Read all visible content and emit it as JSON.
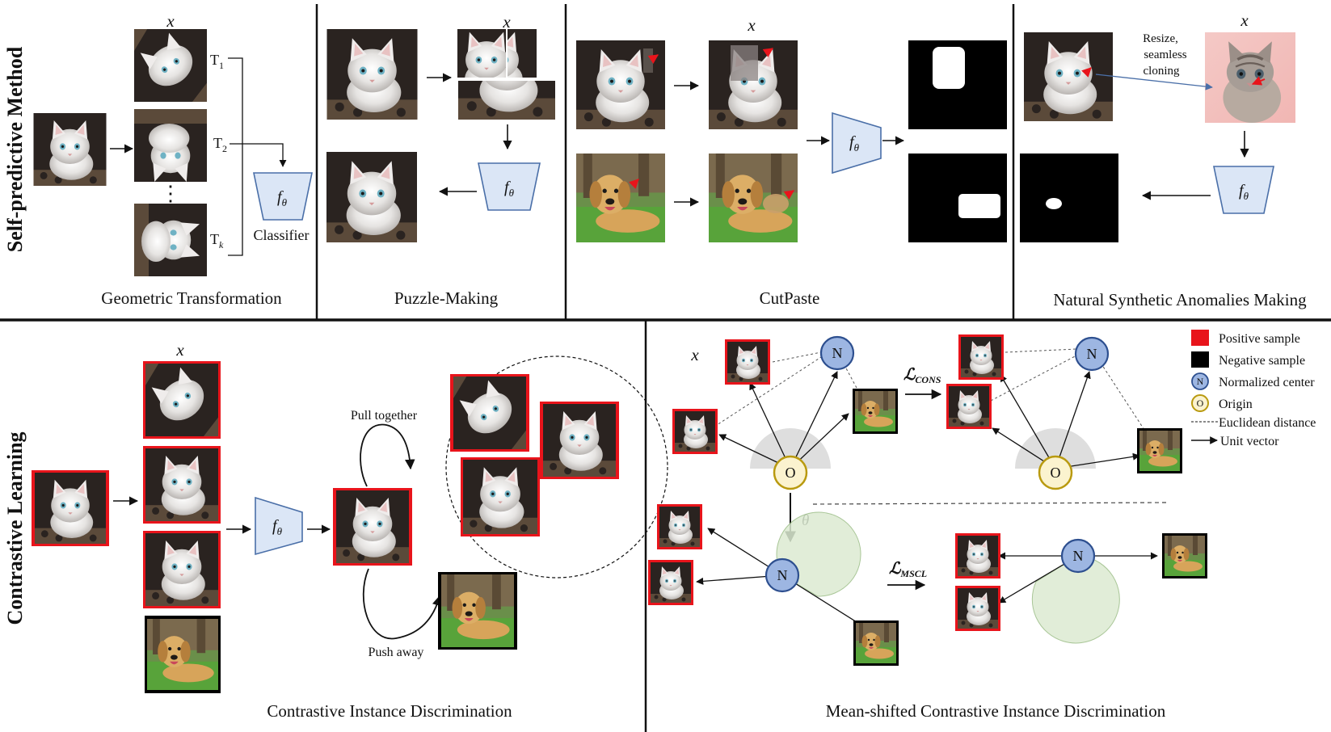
{
  "side_labels": {
    "top": "Self-predictive Method",
    "bottom": "Contrastive Learning"
  },
  "panels": {
    "geometric": {
      "caption": "Geometric Transformation",
      "x_label": "x",
      "t1": "T",
      "t1_sub": "1",
      "t2": "T",
      "t2_sub": "2",
      "tk": "T",
      "tk_sub": "k",
      "dots": "⋮",
      "encoder": "f",
      "encoder_sub": "θ",
      "classifier": "Classifier"
    },
    "puzzle": {
      "caption": "Puzzle-Making",
      "x_label": "x",
      "encoder": "f",
      "encoder_sub": "θ"
    },
    "cutpaste": {
      "caption": "CutPaste",
      "x_label": "x",
      "encoder": "f",
      "encoder_sub": "θ"
    },
    "natural": {
      "caption": "Natural Synthetic Anomalies Making",
      "x_label": "x",
      "note_line1": "Resize,",
      "note_line2": "seamless",
      "note_line3": "cloning",
      "encoder": "f",
      "encoder_sub": "θ"
    },
    "contrastive": {
      "caption": "Contrastive Instance Discrimination",
      "x_label": "x",
      "pull": "Pull together",
      "push": "Push away",
      "encoder": "f",
      "encoder_sub": "θ"
    },
    "meanshift": {
      "caption": "Mean-shifted Contrastive Instance Discrimination",
      "x_label": "x",
      "n": "N",
      "o": "O",
      "theta": "θ",
      "l_cons": "ℒ",
      "l_cons_sub": "CONS",
      "l_mscl": "ℒ",
      "l_mscl_sub": "MSCL"
    }
  },
  "legend": {
    "positive": "Positive sample",
    "negative": "Negative sample",
    "normalized": "Normalized center",
    "origin": "Origin",
    "euclid": "Euclidean distance",
    "unit": "Unit vector",
    "n_letter": "N",
    "o_letter": "O"
  },
  "colors": {
    "positive": "#e8141b",
    "negative": "#000000",
    "node_n_fill": "#9db6e2",
    "node_n_stroke": "#2d4f8f",
    "node_o_fill": "#fbf3cf",
    "node_o_stroke": "#b99a10",
    "encoder_fill": "#dbe6f6",
    "encoder_stroke": "#4a6fa8",
    "cat_bg": "#2a2320",
    "dog_bg": "#4d9a35"
  }
}
